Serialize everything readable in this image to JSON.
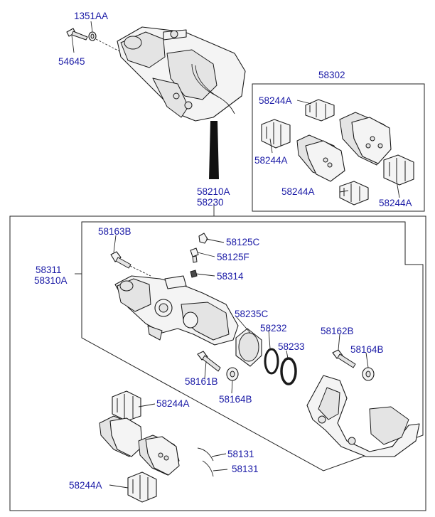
{
  "labels": {
    "l_1351AA": "1351AA",
    "l_54645": "54645",
    "l_58302": "58302",
    "l_58244A_1": "58244A",
    "l_58244A_2": "58244A",
    "l_58244A_3": "58244A",
    "l_58244A_4": "58244A",
    "l_58210A": "58210A",
    "l_58230": "58230",
    "l_58163B": "58163B",
    "l_58125C": "58125C",
    "l_58125F": "58125F",
    "l_58314": "58314",
    "l_58311": "58311",
    "l_58310A": "58310A",
    "l_58235C": "58235C",
    "l_58232": "58232",
    "l_58233": "58233",
    "l_58162B": "58162B",
    "l_58164B_1": "58164B",
    "l_58161B": "58161B",
    "l_58164B_2": "58164B",
    "l_58244A_5": "58244A",
    "l_58131_1": "58131",
    "l_58131_2": "58131",
    "l_58244A_6": "58244A"
  },
  "colors": {
    "label": "#1a1aa6",
    "line": "#1a1a1a"
  }
}
